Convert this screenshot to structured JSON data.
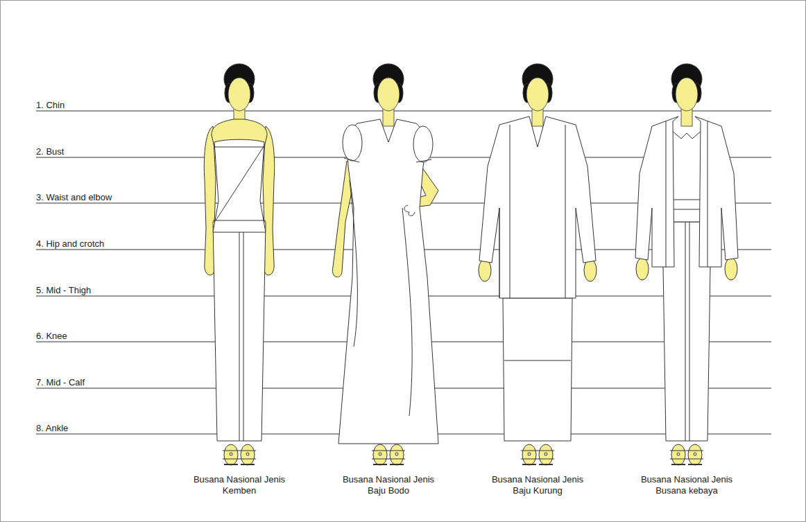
{
  "diagram": {
    "labels": [
      "1. Chin",
      "2. Bust",
      "3. Waist and elbow",
      "4. Hip and crotch",
      "5. Mid - Thigh",
      "6. Knee",
      "7. Mid - Calf",
      "8. Ankle",
      "Busana Nasional Jenis Kemben",
      "Busana Nasional Jenis Baju Bodo",
      "Busana Nasional Jenis Baju Kurung",
      "Busana Nasional Jenis Busana kebaya"
    ]
  }
}
